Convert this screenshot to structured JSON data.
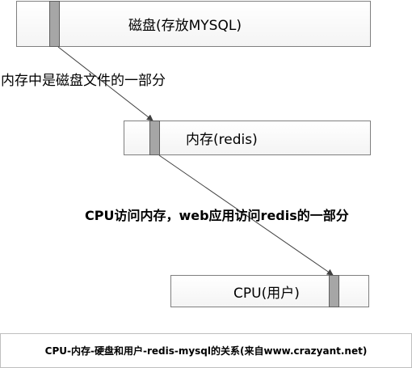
{
  "boxes": {
    "disk": "磁盘(存放MYSQL)",
    "memory": "内存(redis)",
    "cpu": "CPU(用户)"
  },
  "annotations": {
    "disk_memory": "内存中是磁盘文件的一部分",
    "memory_cpu": "CPU访问内存，web应用访问redis的一部分"
  },
  "caption": "CPU-内存-硬盘和用户-redis-mysql的关系(来自www.crazyant.net)",
  "colors": {
    "box_border": "#7f7f7f",
    "marker_fill": "#a6a6a6",
    "arrow": "#404040",
    "text": "#000000"
  }
}
